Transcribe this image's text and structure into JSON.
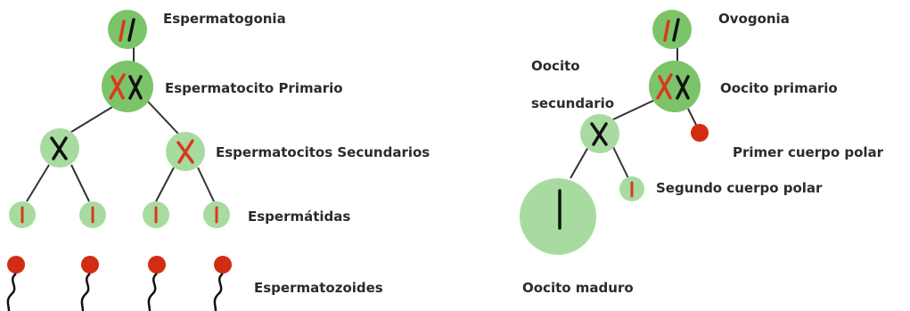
{
  "colors": {
    "cell_dark": "#7cc46a",
    "cell_light": "#a8dba0",
    "chromosome_red": "#d9391c",
    "chromosome_black": "#111111",
    "body_red": "#d22d12",
    "line": "#333333",
    "text": "#2b2b2b"
  },
  "spermatogenesis": {
    "stage_1": "Espermatogonia",
    "stage_2": "Espermatocito Primario",
    "stage_3": "Espermatocitos Secundarios",
    "stage_4": "Espermátidas",
    "stage_5": "Espermatozoides"
  },
  "oogenesis": {
    "stage_1": "Ovogonia",
    "secondary_oocyte": "Oocito secundario",
    "primary_oocyte": "Oocito primario",
    "first_polar_body": "Primer cuerpo polar",
    "second_polar_body": "Segundo cuerpo polar",
    "mature_oocyte": "Oocito maduro"
  }
}
